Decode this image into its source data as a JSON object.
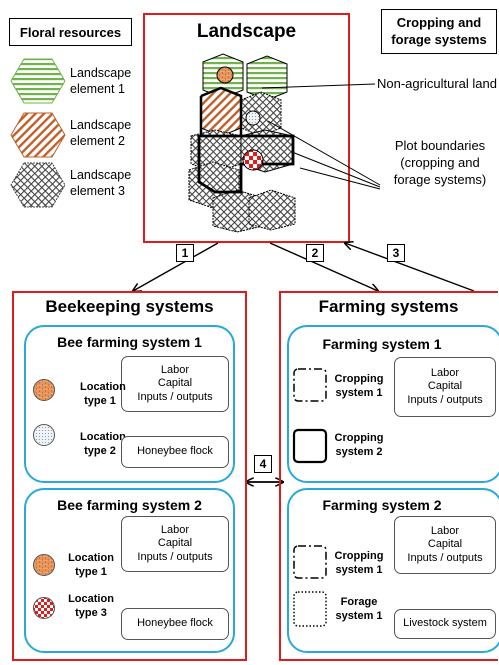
{
  "floral_resources": {
    "title": "Floral resources",
    "elements": [
      {
        "label_line1": "Landscape",
        "label_line2": "element 1",
        "pattern": "green-horizontal-stripes"
      },
      {
        "label_line1": "Landscape",
        "label_line2": "element 2",
        "pattern": "brown-diagonal-stripes"
      },
      {
        "label_line1": "Landscape",
        "label_line2": "element 3",
        "pattern": "grey-crosshatch"
      }
    ]
  },
  "cropping_forage": {
    "title_line1": "Cropping and",
    "title_line2": "forage systems"
  },
  "landscape": {
    "title": "Landscape",
    "non_agricultural_label": "Non-agricultural land",
    "plot_boundaries_line1": "Plot boundaries",
    "plot_boundaries_line2": "(cropping and",
    "plot_boundaries_line3": "forage systems)"
  },
  "arrows": {
    "n1": "1",
    "n2": "2",
    "n3": "3",
    "n4": "4"
  },
  "beekeeping": {
    "title": "Beekeeping systems",
    "system1": {
      "title": "Bee farming system 1",
      "resources": [
        "Labor",
        "Capital",
        "Inputs / outputs"
      ],
      "loc1_line1": "Location",
      "loc1_line2": "type 1",
      "loc2_line1": "Location",
      "loc2_line2": "type 2",
      "flock": "Honeybee flock"
    },
    "system2": {
      "title": "Bee farming system 2",
      "resources": [
        "Labor",
        "Capital",
        "Inputs / outputs"
      ],
      "loc1_line1": "Location",
      "loc1_line2": "type 1",
      "loc3_line1": "Location",
      "loc3_line2": "type 3",
      "flock": "Honeybee flock"
    }
  },
  "farming": {
    "title": "Farming systems",
    "system1": {
      "title": "Farming system 1",
      "resources": [
        "Labor",
        "Capital",
        "Inputs / outputs"
      ],
      "crop1_line1": "Cropping",
      "crop1_line2": "system 1",
      "crop2_line1": "Cropping",
      "crop2_line2": "system 2"
    },
    "system2": {
      "title": "Farming system 2",
      "resources": [
        "Labor",
        "Capital",
        "Inputs / outputs"
      ],
      "crop1_line1": "Cropping",
      "crop1_line2": "system 1",
      "forage_line1": "Forage",
      "forage_line2": "system 1",
      "livestock": "Livestock system"
    }
  },
  "colors": {
    "red_frame": "#e01b1b",
    "blue_frame": "#29a8d9",
    "green_element": "#6fb34a",
    "brown_element": "#c0602a",
    "orange_location": "#f3a46a",
    "red_location": "#e01b1b"
  }
}
